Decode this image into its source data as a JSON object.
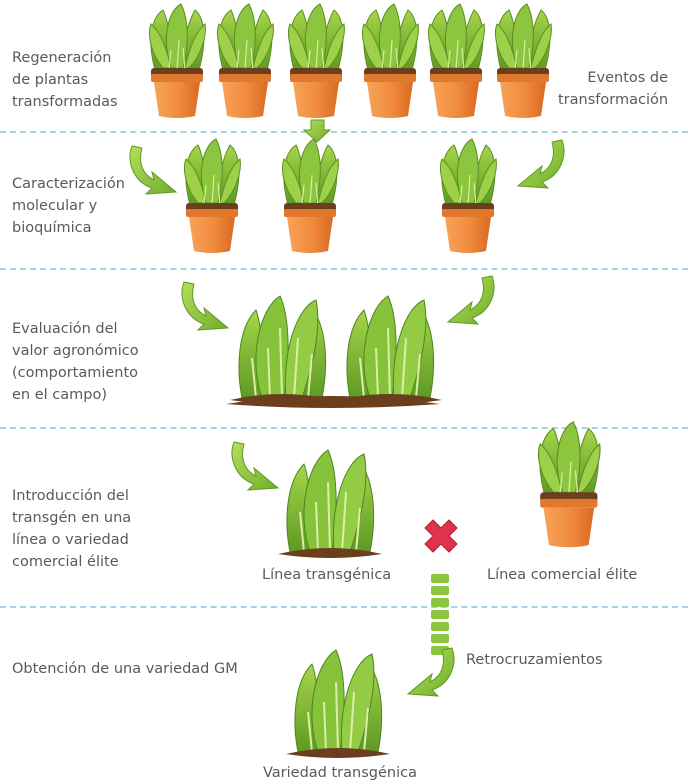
{
  "stages": [
    {
      "label": "Regeneración\nde plantas\ntransformadas"
    },
    {
      "label": "Caracterización\nmolecular y\nbioquímica"
    },
    {
      "label": "Evaluación del\nvalor agronómico\n(comportamiento\nen el campo)"
    },
    {
      "label": "Introducción del\ntransgén en una\nlínea o variedad\ncomercial élite"
    },
    {
      "label": "Obtención de una variedad GM"
    }
  ],
  "captions": {
    "eventos": "Eventos de\ntransformación",
    "linea_transgenica": "Línea transgénica",
    "linea_comercial": "Línea comercial élite",
    "retrocruzamientos": "Retrocruzamientos",
    "variedad_transgenica": "Variedad transgénica"
  },
  "colors": {
    "separator": "#9fd4e6",
    "arrow": "#8cc63f",
    "pot": "#f08a3c",
    "leaf": "#7cb82f",
    "soil": "#6b3e1e",
    "cross": "#e0324a"
  },
  "icons": [
    "plant-pot-icon",
    "field-plant-icon",
    "green-arrow-icon",
    "cross-icon"
  ]
}
